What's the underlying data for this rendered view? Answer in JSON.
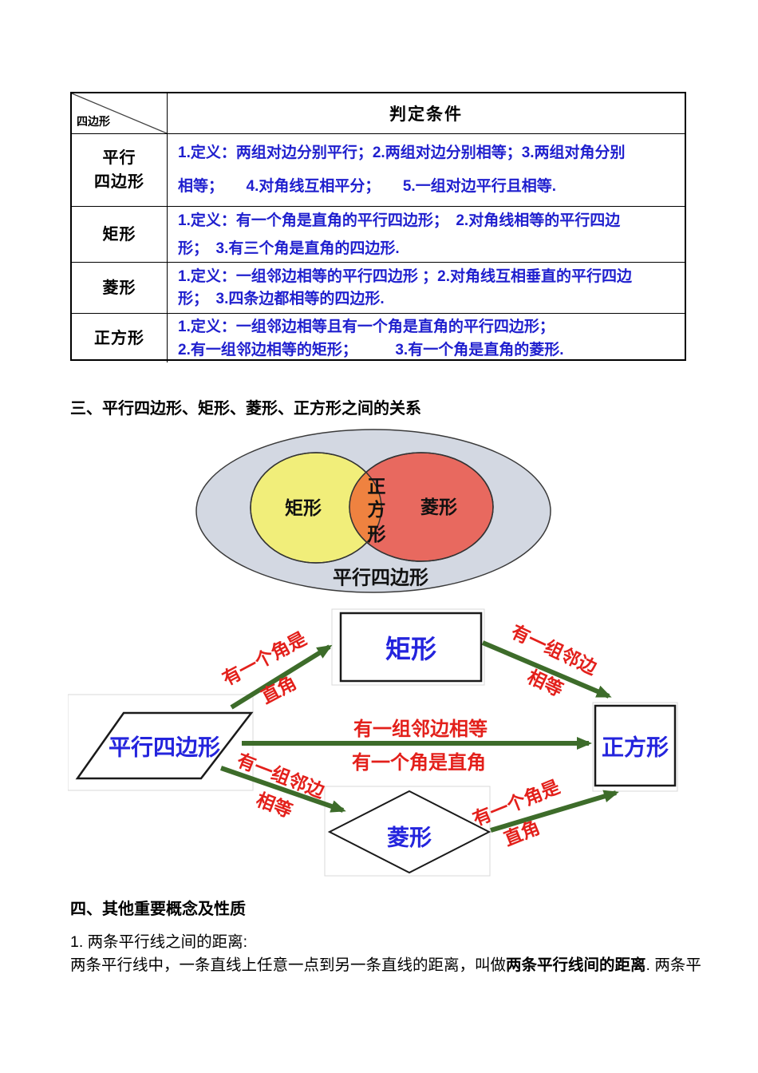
{
  "colors": {
    "table_text_blue": "#1f1fce",
    "node_text_blue": "#2424dd",
    "arrow_green": "#3d6c2a",
    "edge_label_red": "#e3201b",
    "venn_outer_gray": "#d3d8e2",
    "venn_yellow": "#f1ee7a",
    "venn_red": "#e8695f",
    "venn_orange": "#ef8240"
  },
  "table": {
    "corner_label": "四边形",
    "header": "判定条件",
    "rows": [
      {
        "label_lines": [
          "平行",
          "四边形"
        ],
        "lines": [
          "1.定义：两组对边分别平行；2.两组对边分别相等；3.两组对角分别",
          "相等；　　4.对角线互相平分；　　5.一组对边平行且相等."
        ]
      },
      {
        "label_lines": [
          "矩形"
        ],
        "lines": [
          "1.定义：有一个角是直角的平行四边形；　2.对角线相等的平行四边",
          "形；　3.有三个角是直角的四边形."
        ]
      },
      {
        "label_lines": [
          "菱形"
        ],
        "lines": [
          "1.定义：一组邻边相等的平行四边形 ；2.对角线互相垂直的平行四边",
          "形；　3.四条边都相等的四边形."
        ]
      },
      {
        "label_lines": [
          "正方形"
        ],
        "lines": [
          "1.定义：一组邻边相等且有一个角是直角的平行四边形；",
          "2.有一组邻边相等的矩形；　　　3.有一个角是直角的菱形."
        ]
      }
    ]
  },
  "section3": {
    "title": "三、平行四边形、矩形、菱形、正方形之间的关系"
  },
  "venn": {
    "left_label": "矩形",
    "right_label": "菱形",
    "center_chars": [
      "正",
      "方",
      "形"
    ],
    "outer_label": "平行四边形"
  },
  "flow": {
    "parallelogram": "平行四边形",
    "rectangle": "矩形",
    "square": "正方形",
    "rhombus": "菱形",
    "edge_para_rect": [
      "有一个角是",
      "直角"
    ],
    "edge_rect_square": [
      "有一组邻边",
      "相等"
    ],
    "edge_para_square": [
      "有一组邻边相等",
      "有一个角是直角"
    ],
    "edge_para_rhombus": [
      "有一组邻边",
      "相等"
    ],
    "edge_rhombus_square": [
      "有一个角是",
      "直角"
    ]
  },
  "section4": {
    "title": "四、其他重要概念及性质",
    "item1": "1. 两条平行线之间的距离:",
    "body_prefix": "两条平行线中，一条直线上任意一点到另一条直线的距离，叫做",
    "body_bold": "两条平行线间的距离",
    "body_suffix": ". 两条平"
  }
}
